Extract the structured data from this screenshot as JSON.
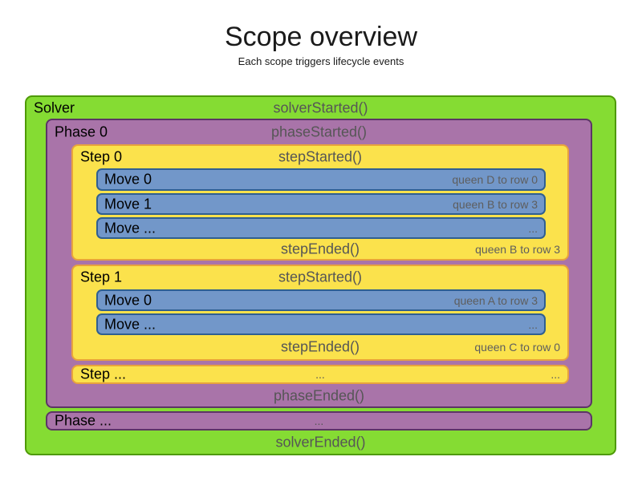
{
  "page": {
    "title": "Scope overview",
    "subtitle": "Each scope triggers lifecycle events"
  },
  "colors": {
    "solver_fill": "#85dc33",
    "solver_border": "#4e9a06",
    "phase_fill": "#a974a9",
    "phase_border": "#5c3566",
    "step_fill": "#fbe24c",
    "step_border": "#e8a33c",
    "move_fill": "#7297c9",
    "move_border": "#2f5f91",
    "event_text": "#565656",
    "note_text": "#5e5e5e",
    "label_text": "#000000"
  },
  "solver": {
    "label": "Solver",
    "started": "solverStarted()",
    "ended": "solverEnded()",
    "phases": [
      {
        "label": "Phase 0",
        "started": "phaseStarted()",
        "ended": "phaseEnded()",
        "steps": [
          {
            "label": "Step 0",
            "started": "stepStarted()",
            "ended": "stepEnded()",
            "ended_note": "queen B to row 3",
            "moves": [
              {
                "label": "Move 0",
                "note": "queen D to row 0"
              },
              {
                "label": "Move 1",
                "note": "queen B to row 3"
              },
              {
                "label": "Move ...",
                "note": "..."
              }
            ]
          },
          {
            "label": "Step 1",
            "started": "stepStarted()",
            "ended": "stepEnded()",
            "ended_note": "queen C to row 0",
            "moves": [
              {
                "label": "Move 0",
                "note": "queen A to row 3"
              },
              {
                "label": "Move ...",
                "note": "..."
              }
            ]
          }
        ],
        "more_steps": {
          "label": "Step ...",
          "center": "...",
          "right": "..."
        }
      }
    ],
    "more_phases": {
      "label": "Phase ...",
      "center": "..."
    }
  }
}
